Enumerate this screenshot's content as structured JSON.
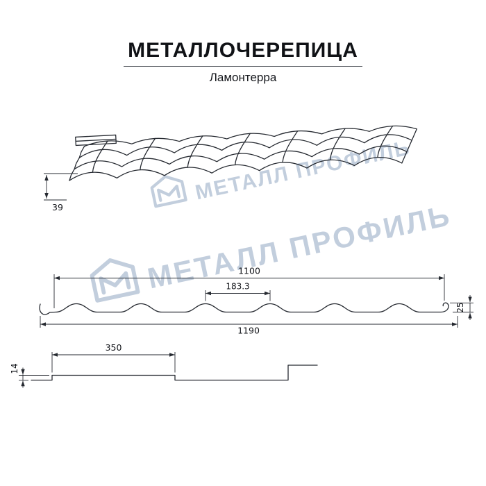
{
  "header": {
    "title": "МЕТАЛЛОЧЕРЕПИЦА",
    "subtitle": "Ламонтерра"
  },
  "watermark": {
    "text": "МЕТАЛЛ ПРОФИЛЬ",
    "color": "#b4c2d5"
  },
  "drawings": {
    "perspective": {
      "dim_39": "39"
    },
    "cross_section": {
      "dim_1100": "1100",
      "dim_183_3": "183.3",
      "dim_25": "25",
      "dim_1190": "1190"
    },
    "longitudinal": {
      "dim_350": "350",
      "dim_14": "14"
    }
  },
  "colors": {
    "line": "#262a31",
    "background": "#ffffff"
  }
}
